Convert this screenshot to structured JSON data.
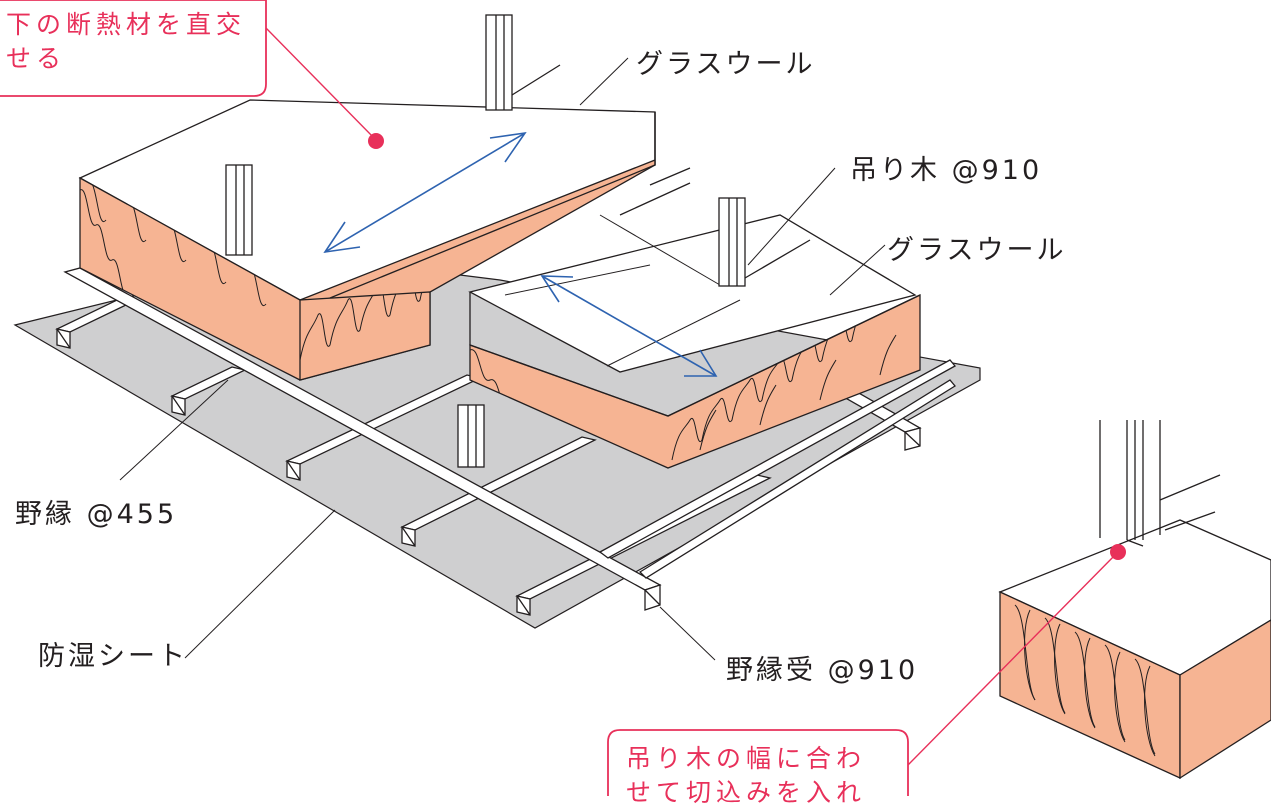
{
  "labels": {
    "glass_wool_1": "グラスウール",
    "hanger_wood": "吊り木 @910",
    "glass_wool_2": "グラスウール",
    "nobuchi": "野縁 @455",
    "moisture_sheet": "防湿シート",
    "nobuchi_uke": "野縁受 @910"
  },
  "callouts": {
    "top_left": {
      "line1": "下の断熱材を直交",
      "line2": "せる"
    },
    "bottom": {
      "line1": "吊り木の幅に合わ",
      "line2": "せて切込みを入れ"
    }
  },
  "colors": {
    "insulation": "#f6b493",
    "sheet": "#cfcfd0",
    "arrow": "#2e63b0",
    "callout": "#e8305a",
    "line": "#231f20"
  }
}
